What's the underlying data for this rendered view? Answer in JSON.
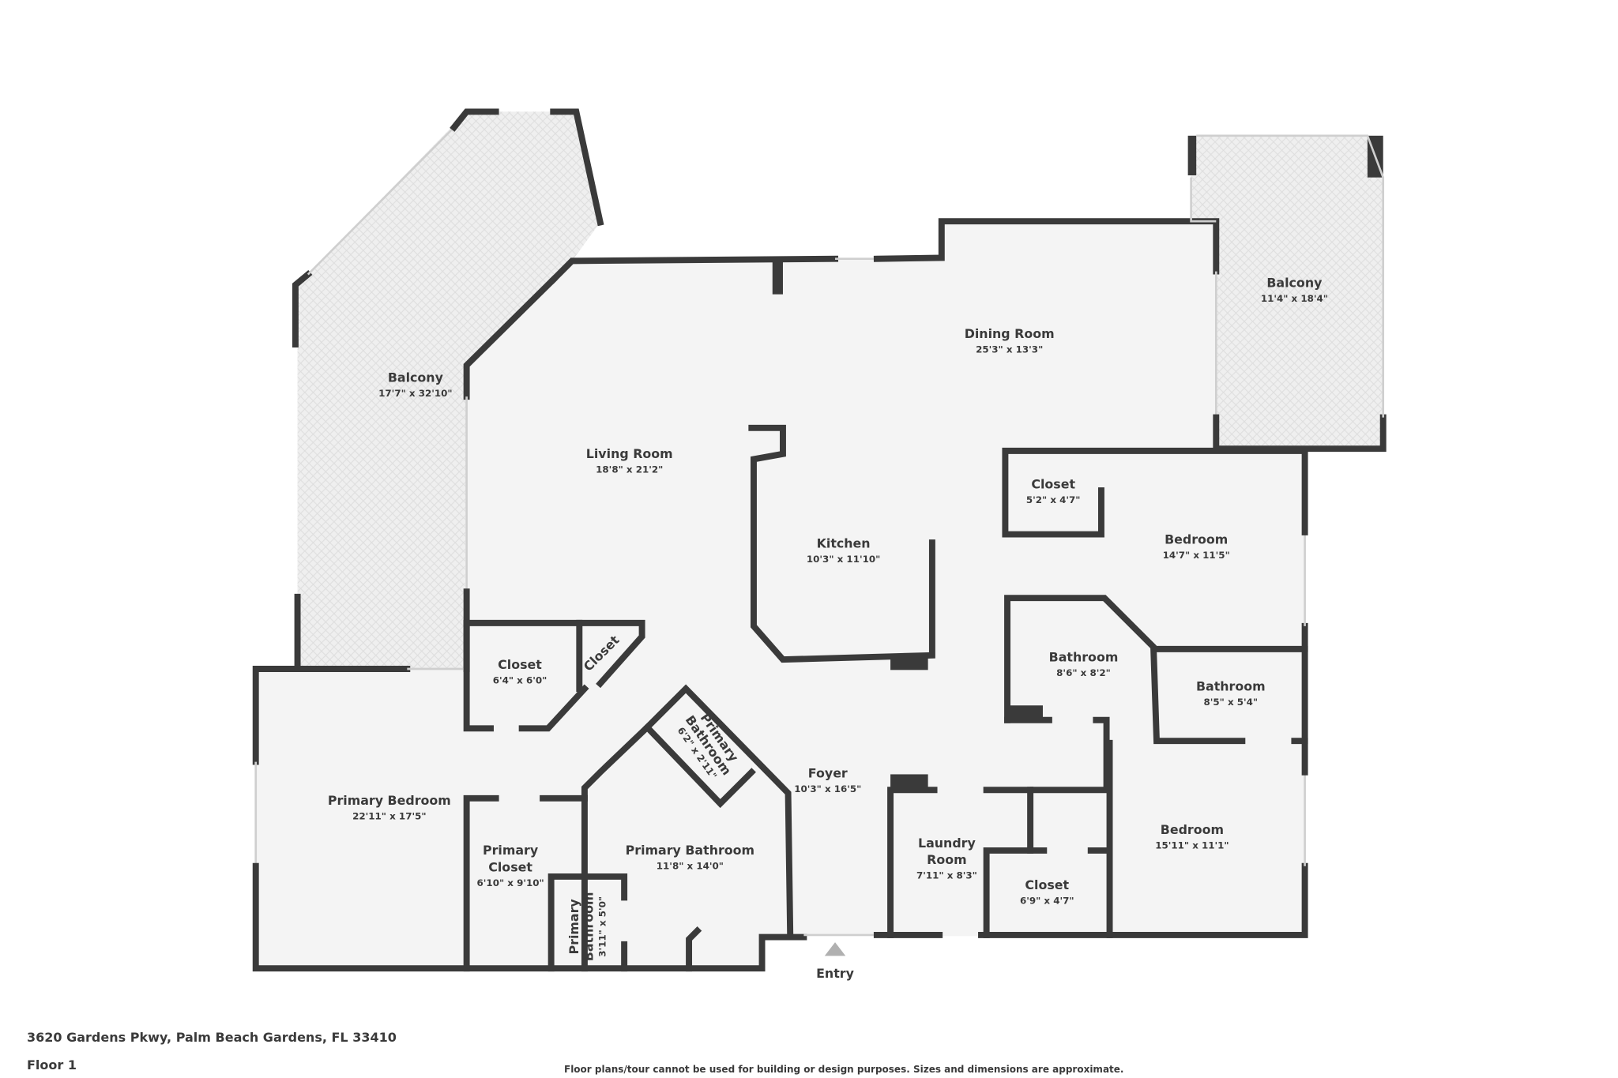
{
  "address": "3620 Gardens Pkwy, Palm Beach Gardens, FL 33410",
  "floor": "Floor 1",
  "disclaimer": "Floor plans/tour cannot be used for building or design purposes. Sizes and dimensions are approximate.",
  "entry_label": "Entry",
  "colors": {
    "wall": "#3a3a3a",
    "floor": "#f4f4f4",
    "balcony": "#ebebeb",
    "entry_arrow": "#b0b0b0"
  },
  "rooms": [
    {
      "name": "Balcony",
      "dims": "17'7\" x 32'10\""
    },
    {
      "name": "Living Room",
      "dims": "18'8\" x 21'2\""
    },
    {
      "name": "Dining Room",
      "dims": "25'3\" x 13'3\""
    },
    {
      "name": "Balcony",
      "dims": "11'4\" x 18'4\""
    },
    {
      "name": "Kitchen",
      "dims": "10'3\" x 11'10\""
    },
    {
      "name": "Closet",
      "dims": "5'2\" x 4'7\""
    },
    {
      "name": "Bedroom",
      "dims": "14'7\" x 11'5\""
    },
    {
      "name": "Closet",
      "dims": "6'4\" x 6'0\""
    },
    {
      "name": "Closet",
      "dims": ""
    },
    {
      "name": "Bathroom",
      "dims": "8'6\" x 8'2\""
    },
    {
      "name": "Bathroom",
      "dims": "8'5\" x 5'4\""
    },
    {
      "name_lines": [
        "Primary",
        "Bathroom"
      ],
      "dims": "6'2\" x 2'11\""
    },
    {
      "name": "Foyer",
      "dims": "10'3\" x 16'5\""
    },
    {
      "name": "Primary Bedroom",
      "dims": "22'11\" x 17'5\""
    },
    {
      "name_lines": [
        "Primary",
        "Closet"
      ],
      "dims": "6'10\" x 9'10\""
    },
    {
      "name": "Primary Bathroom",
      "dims": "11'8\" x 14'0\""
    },
    {
      "name_lines": [
        "Laundry",
        "Room"
      ],
      "dims": "7'11\" x 8'3\""
    },
    {
      "name": "Bedroom",
      "dims": "15'11\" x 11'1\""
    },
    {
      "name": "Closet",
      "dims": "6'9\" x 4'7\""
    },
    {
      "name_lines": [
        "Primary",
        "Bathroom"
      ],
      "dims": "3'11\" x 5'0\""
    }
  ]
}
